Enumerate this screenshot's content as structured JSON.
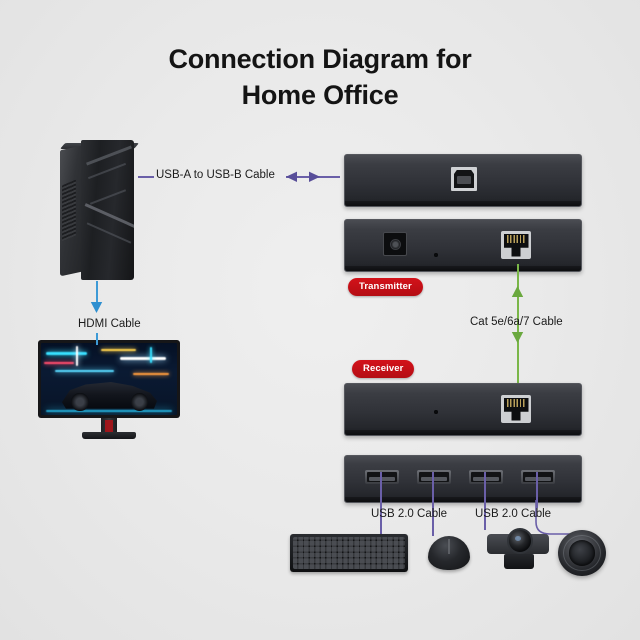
{
  "title": {
    "line1": "Connection Diagram for",
    "line2": "Home Office"
  },
  "labels": {
    "usb_a_to_b": "USB-A to USB-B Cable",
    "hdmi": "HDMI Cable",
    "cat_cable": "Cat 5e/6a/7 Cable",
    "usb20_left": "USB 2.0 Cable",
    "usb20_right": "USB 2.0 Cable"
  },
  "badges": {
    "transmitter": "Transmitter",
    "receiver": "Receiver"
  },
  "colors": {
    "background": "#eaeaea",
    "usb_line": "#6a5fa8",
    "hdmi_line": "#3d9ad6",
    "cat_line": "#7ab648",
    "badge_red": "#c21119",
    "text": "#141414"
  },
  "devices": {
    "transmitter_front": {
      "name": "Transmitter front panel",
      "ports": [
        "usb-b-port"
      ]
    },
    "transmitter_back": {
      "name": "Transmitter back panel",
      "ports": [
        "dc-power-jack",
        "status-led",
        "rj45-ethernet-port"
      ]
    },
    "receiver_back": {
      "name": "Receiver back panel",
      "ports": [
        "status-led",
        "rj45-ethernet-port"
      ]
    },
    "receiver_front": {
      "name": "Receiver front panel USB hub",
      "ports": [
        "usb-a-port-1",
        "usb-a-port-2",
        "usb-a-port-3",
        "usb-a-port-4"
      ]
    }
  },
  "equipment": {
    "pc": "Desktop PC tower",
    "monitor": "Gaming monitor",
    "keyboard": "USB keyboard",
    "mouse": "USB mouse",
    "webcam": "USB webcam",
    "speakerphone": "USB speakerphone"
  }
}
